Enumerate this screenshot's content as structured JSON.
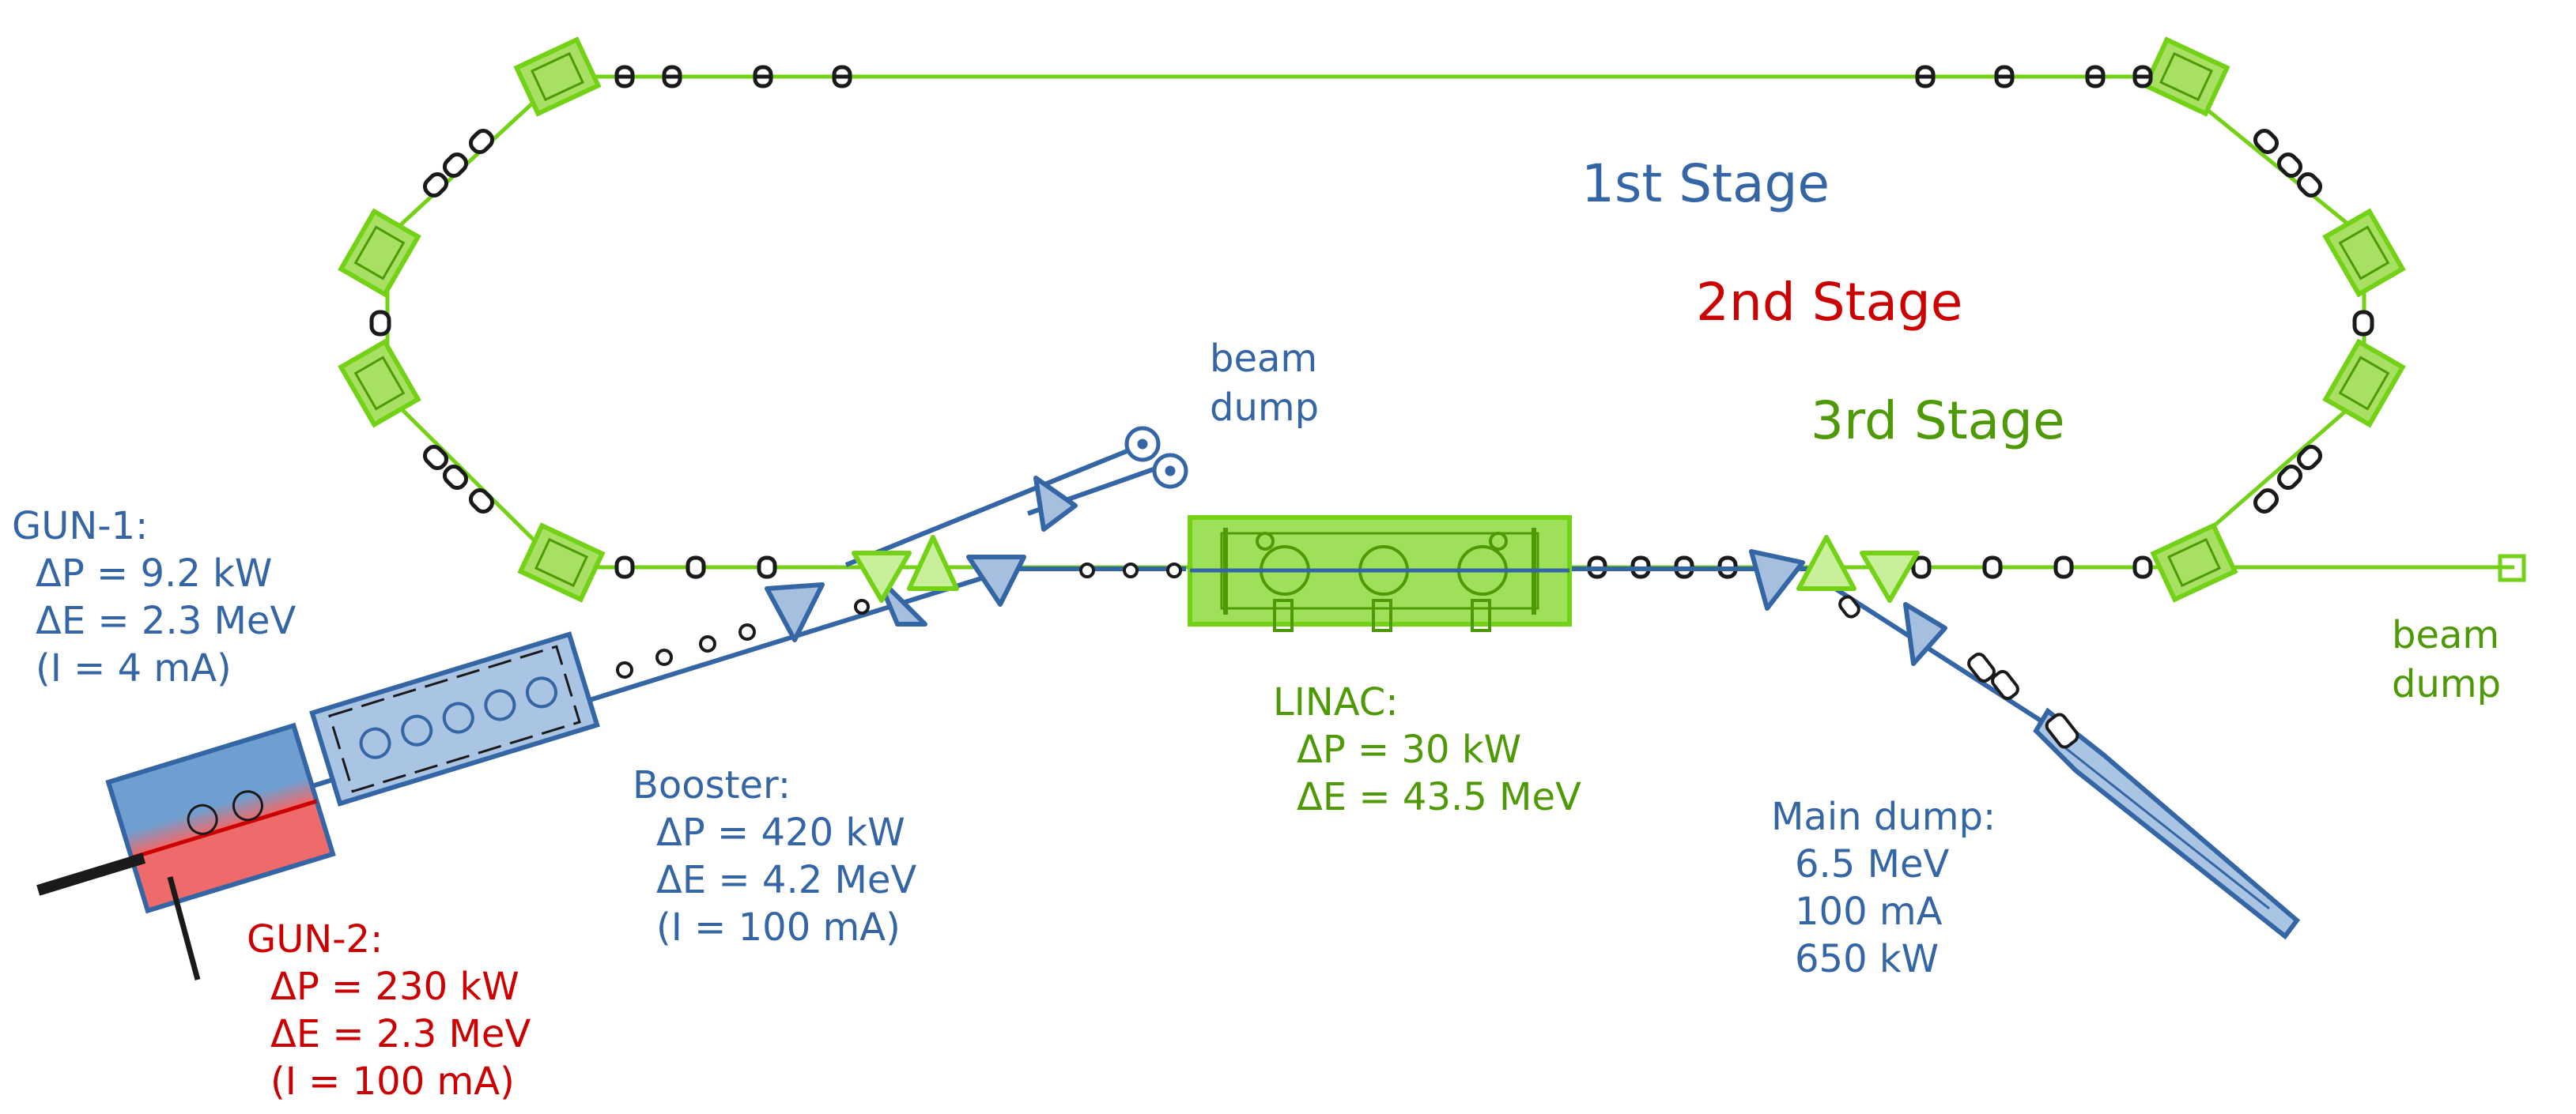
{
  "colors": {
    "blue": "#3465a4",
    "red": "#cc0000",
    "green": "#4e9a06",
    "light_green": "#8ae234",
    "ring_green": "#73d216",
    "light_blue": "#729fcf",
    "light_red": "#ef5a5a",
    "dark": "#1a1a1a"
  },
  "stages": {
    "first": "1st Stage",
    "second": "2nd Stage",
    "third": "3rd Stage"
  },
  "beam_dump_upper": {
    "line1": "beam",
    "line2": "dump"
  },
  "beam_dump_right": {
    "line1": "beam",
    "line2": "dump"
  },
  "gun1": {
    "title": "GUN-1:",
    "line1": "ΔP = 9.2 kW",
    "line2": "ΔE = 2.3 MeV",
    "line3": "(I = 4 mA)"
  },
  "gun2": {
    "title": "GUN-2:",
    "line1": "ΔP = 230 kW",
    "line2": "ΔE = 2.3 MeV",
    "line3": "(I = 100 mA)"
  },
  "booster": {
    "title": "Booster:",
    "line1": "ΔP = 420 kW",
    "line2": "ΔE = 4.2 MeV",
    "line3": "(I = 100 mA)"
  },
  "linac": {
    "title": "LINAC:",
    "line1": "ΔP = 30 kW",
    "line2": "ΔE = 43.5 MeV"
  },
  "main_dump": {
    "title": "Main dump:",
    "line1": "6.5 MeV",
    "line2": "100 mA",
    "line3": "650 kW"
  },
  "icons": [
    "quadrupole-icon",
    "dipole-magnet-icon",
    "beam-dump-target-icon",
    "cavity-icon"
  ]
}
